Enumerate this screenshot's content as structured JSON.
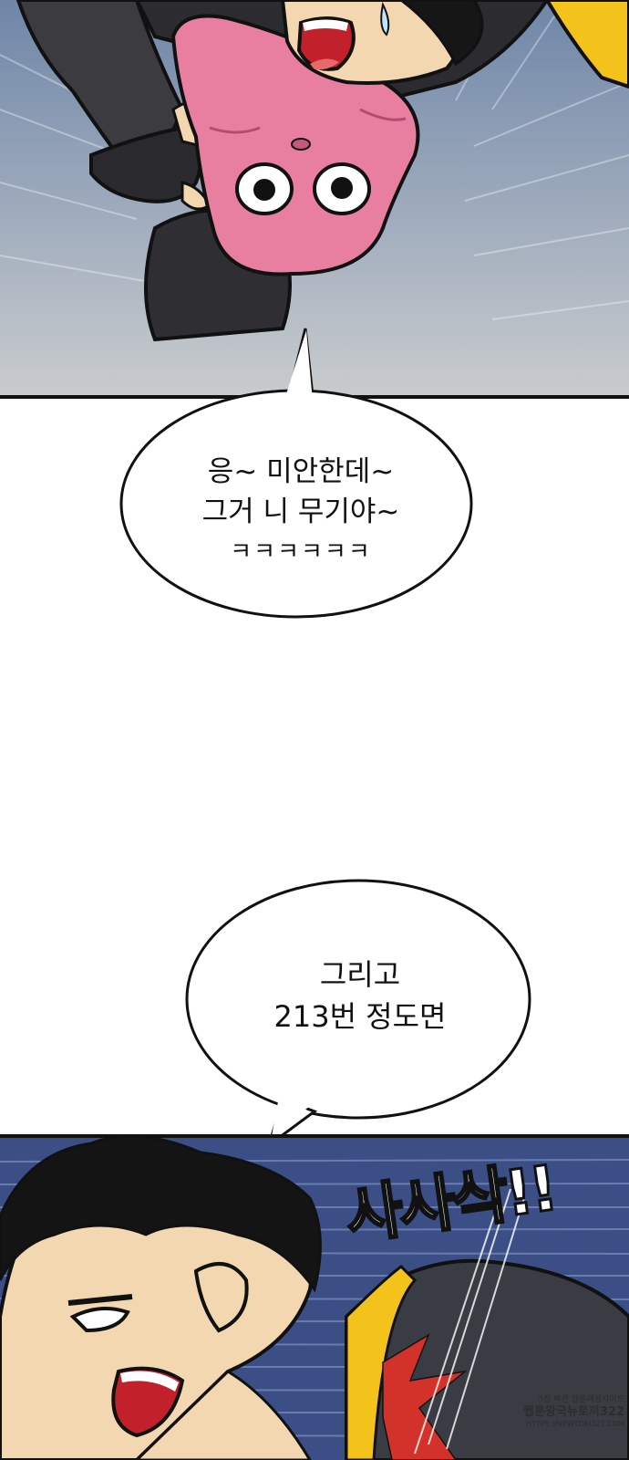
{
  "bubble1": {
    "line1": "응~ 미안한데~",
    "line2": "그거 니 무기야~",
    "line3": "ㅋㅋㅋㅋㅋㅋ"
  },
  "bubble2": {
    "line1": "그리고",
    "line2": "213번 정도면"
  },
  "sfx": {
    "text": "사사삭!!"
  },
  "watermark": {
    "line1": "가장 빠른 웹툰제공사이트",
    "line2": "웹툰왕국뉴토끼322",
    "line3": "HTTPS://NEWTOKI322.COM"
  },
  "colors": {
    "sky_top": "#6f86a8",
    "sky_bottom": "#c8cdd2",
    "pink_creature": "#e87fa0",
    "yellow_trim": "#f3c21b",
    "jacket": "#2b2b30",
    "skin": "#f2d7b0",
    "blood": "#d3322a",
    "bg_blue": "#3b4f86"
  }
}
